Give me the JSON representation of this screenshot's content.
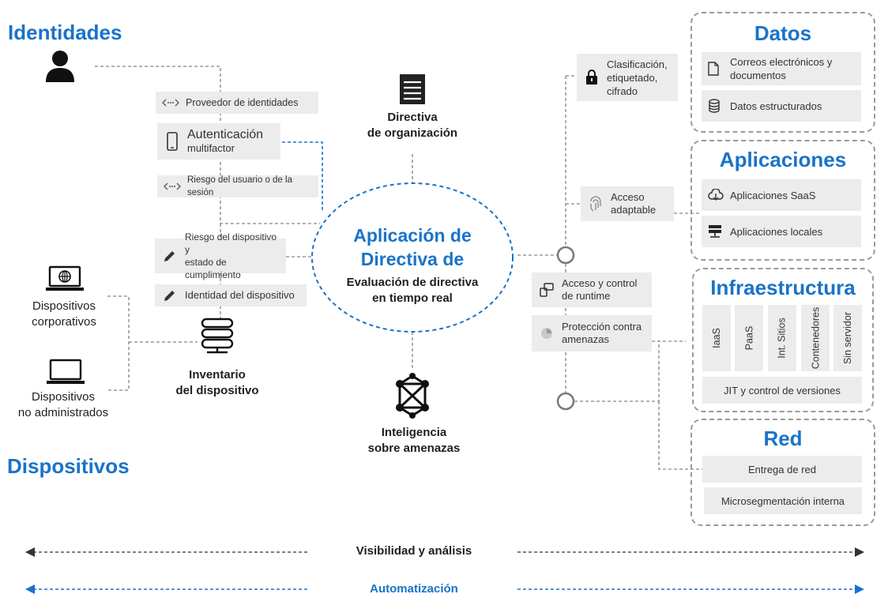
{
  "identities": {
    "heading": "Identidades",
    "provider": "Proveedor de identidades",
    "mfa_title": "Autenticación",
    "mfa_sub": "multifactor",
    "risk": "Riesgo del usuario o de la sesión"
  },
  "devices": {
    "heading": "Dispositivos",
    "corporate_l1": "Dispositivos",
    "corporate_l2": "corporativos",
    "unmanaged_l1": "Dispositivos",
    "unmanaged_l2": "no administrados",
    "risk_l1": "Riesgo del dispositivo y",
    "risk_l2": "estado de cumplimiento",
    "identity": "Identidad del dispositivo",
    "inventory_l1": "Inventario",
    "inventory_l2": "del dispositivo"
  },
  "center": {
    "policy_l1": "Directiva",
    "policy_l2": "de organización",
    "title_l1": "Aplicación de",
    "title_l2": "Directiva de",
    "sub_l1": "Evaluación de directiva",
    "sub_l2": "en tiempo real",
    "intel_l1": "Inteligencia",
    "intel_l2": "sobre amenazas"
  },
  "controls": {
    "classification_l1": "Clasificación,",
    "classification_l2": "etiquetado,",
    "classification_l3": "cifrado",
    "adaptive_l1": "Acceso",
    "adaptive_l2": "adaptable",
    "runtime_l1": "Acceso y control",
    "runtime_l2": "de runtime",
    "threat_l1": "Protección contra",
    "threat_l2": "amenazas"
  },
  "data": {
    "heading": "Datos",
    "emails_l1": "Correos electrónicos y",
    "emails_l2": "documentos",
    "structured": "Datos estructurados"
  },
  "apps": {
    "heading": "Aplicaciones",
    "saas": "Aplicaciones SaaS",
    "local": "Aplicaciones locales"
  },
  "infra": {
    "heading": "Infraestructura",
    "items": [
      "IaaS",
      "PaaS",
      "Int. Sitios",
      "Contenedores",
      "Sin servidor"
    ],
    "jit": "JIT y control de versiones"
  },
  "network": {
    "heading": "Red",
    "delivery": "Entrega de red",
    "micro": "Microsegmentación interna"
  },
  "footer": {
    "visibility": "Visibilidad y análisis",
    "automation": "Automatización"
  },
  "colors": {
    "accent": "#1a73c9",
    "chip_bg": "#ececec",
    "dashed_gray": "#9a9a9a"
  },
  "icons": [
    "person-icon",
    "laptop-globe-icon",
    "laptop-icon",
    "server-icon",
    "document-icon",
    "network-icon",
    "lock-icon",
    "fingerprint-icon",
    "file-icon",
    "database-icon",
    "cloud-icon",
    "server-rack-icon",
    "devices-icon",
    "shield-icon",
    "phone-icon",
    "pencil-icon",
    "link-icon"
  ]
}
